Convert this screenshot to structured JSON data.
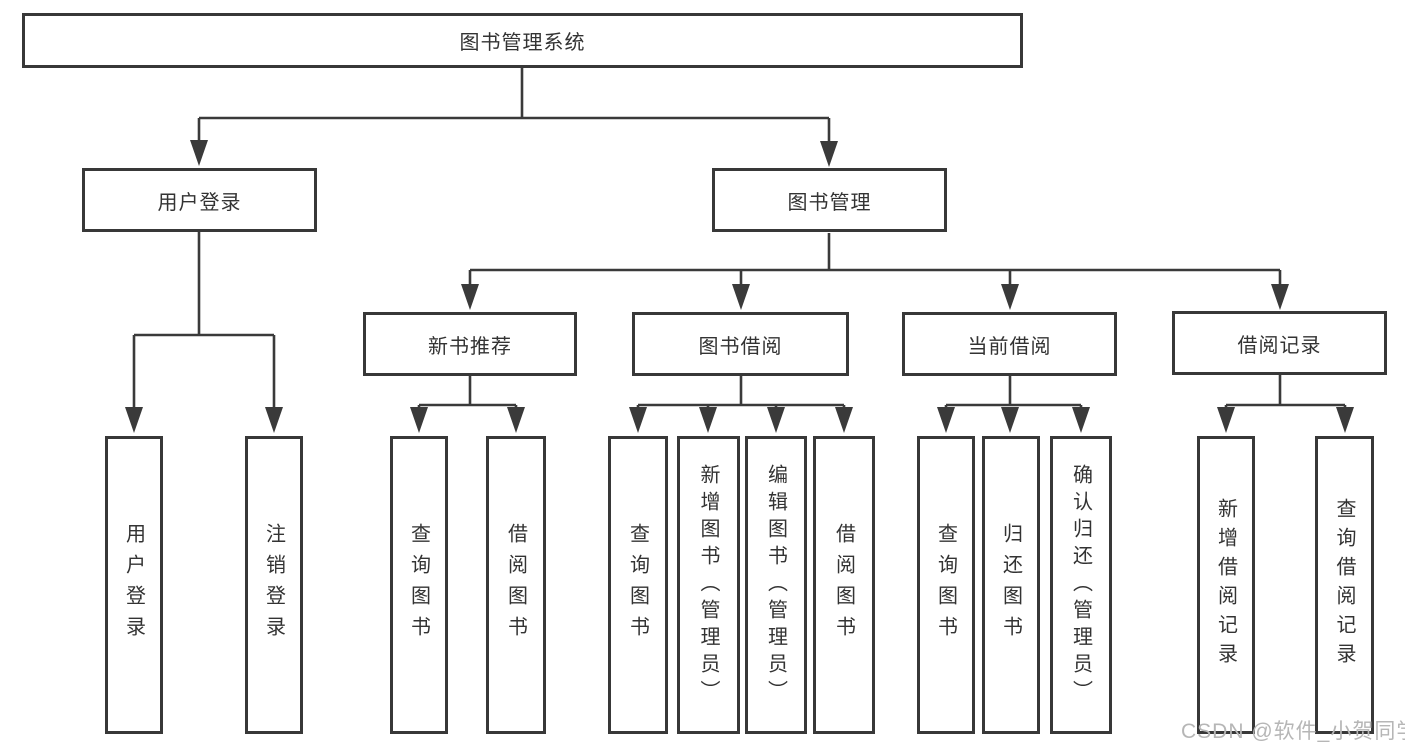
{
  "colors": {
    "background": "#ffffff",
    "line": "#3a3a3a",
    "box_border": "#383838",
    "text": "#333333",
    "watermark": "#b6b6b6"
  },
  "watermark": {
    "text": "CSDN @软件_小贺同学"
  },
  "diagram": {
    "type": "hierarchy-tree",
    "root": {
      "label": "图书管理系统",
      "children": [
        {
          "label": "用户登录",
          "children": [
            {
              "label": "用户登录"
            },
            {
              "label": "注销登录"
            }
          ]
        },
        {
          "label": "图书管理",
          "children": [
            {
              "label": "新书推荐",
              "children": [
                {
                  "label": "查询图书"
                },
                {
                  "label": "借阅图书"
                }
              ]
            },
            {
              "label": "图书借阅",
              "children": [
                {
                  "label": "查询图书"
                },
                {
                  "label": "新增图书（管理员）"
                },
                {
                  "label": "编辑图书（管理员）"
                },
                {
                  "label": "借阅图书"
                }
              ]
            },
            {
              "label": "当前借阅",
              "children": [
                {
                  "label": "查询图书"
                },
                {
                  "label": "归还图书"
                },
                {
                  "label": "确认归还（管理员）"
                }
              ]
            },
            {
              "label": "借阅记录",
              "children": [
                {
                  "label": "新增借阅记录"
                },
                {
                  "label": "查询借阅记录"
                }
              ]
            }
          ]
        }
      ]
    }
  }
}
